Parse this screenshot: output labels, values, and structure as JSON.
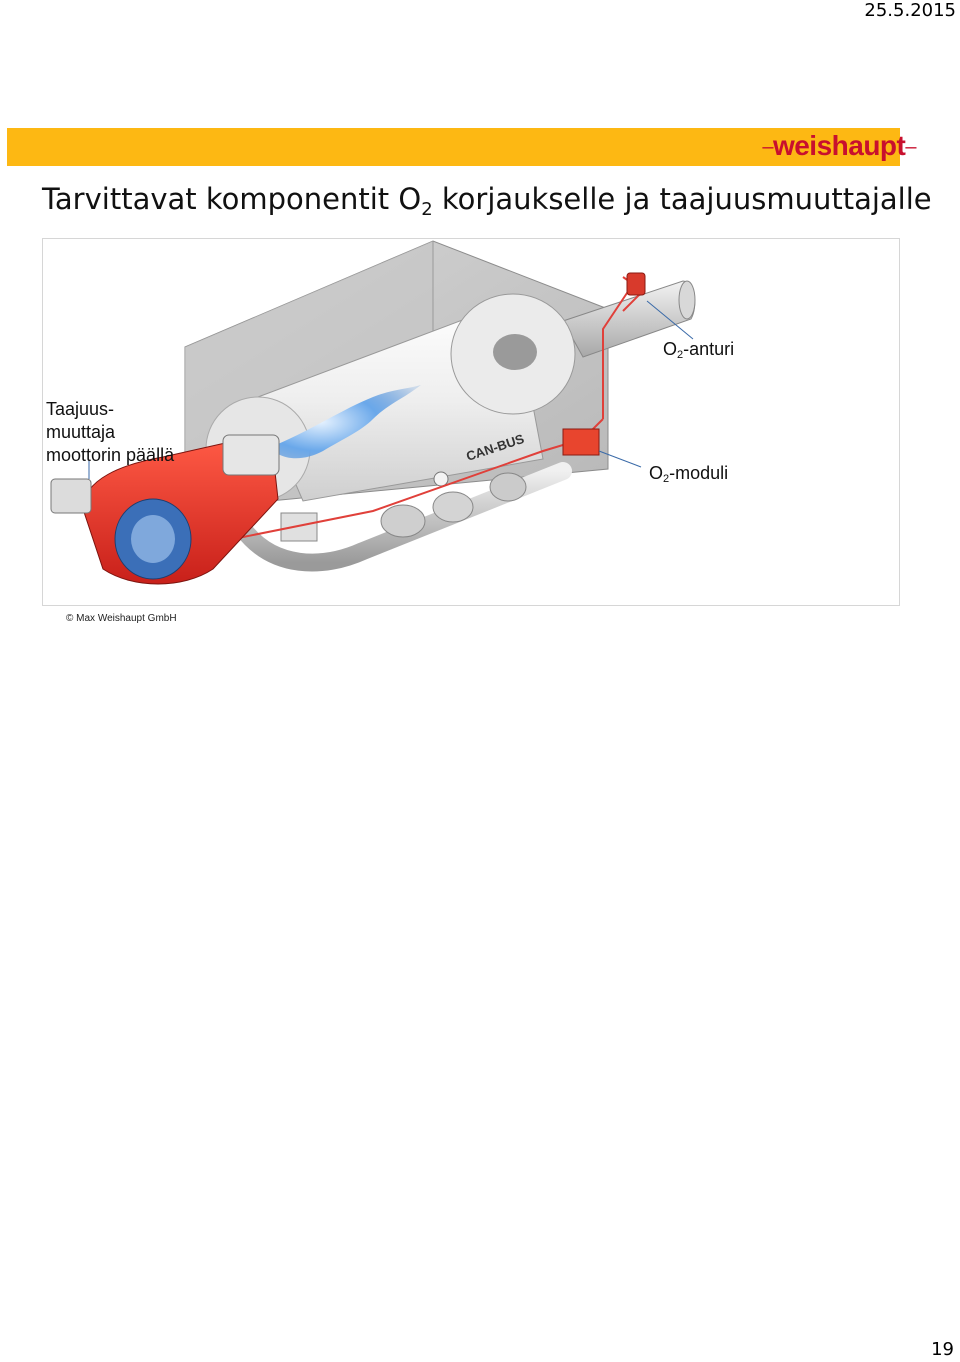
{
  "header": {
    "date": "25.5.2015",
    "brand": "weishaupt",
    "brand_color": "#c8102e",
    "bar_color": "#fdb813"
  },
  "slide": {
    "title_prefix": "Tarvittavat komponentit O",
    "title_sub": "2",
    "title_suffix": " korjaukselle ja taajuusmuuttajalle"
  },
  "figure": {
    "bus_label": "CAN-BUS",
    "labels": {
      "sensor_prefix": "O",
      "sensor_sub": "2",
      "sensor_suffix": "-anturi",
      "module_prefix": "O",
      "module_sub": "2",
      "module_suffix": "-moduli",
      "vfd_line1": "Taajuus-",
      "vfd_line2": "muuttaja",
      "vfd_line3": "moottorin päällä"
    },
    "copyright": "© Max Weishaupt GmbH"
  },
  "footer": {
    "page_number": "19"
  }
}
